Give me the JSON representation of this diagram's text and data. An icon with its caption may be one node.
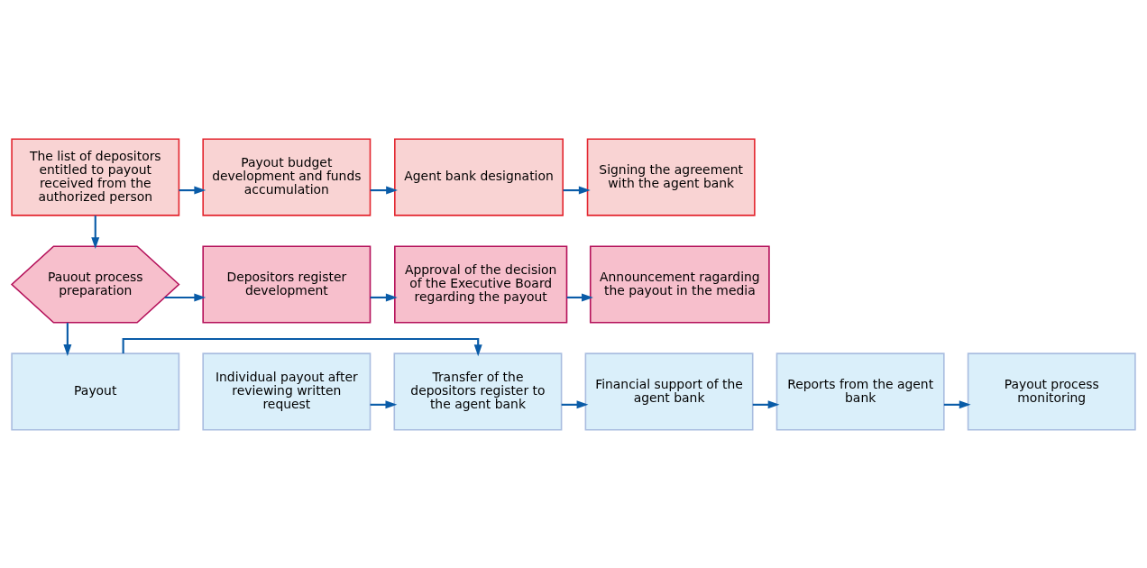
{
  "diagram": {
    "nodes": [
      {
        "text": [
          "The list of depositors entitled to payout received from the authorized person"
        ]
      },
      {
        "text": [
          "Payout budget development and funds accumulation"
        ]
      },
      {
        "text": [
          "Agent bank designation"
        ]
      },
      {
        "text": [
          "Signing the agreement with the agent bank"
        ]
      },
      {
        "text": [
          "Pauout process preparation"
        ]
      },
      {
        "text": [
          "Depositors register development"
        ]
      },
      {
        "text": [
          "Approval of the decision of the Executive Board regarding the payout"
        ]
      },
      {
        "text": [
          "Announcement ragarding the payout in the media"
        ]
      },
      {
        "text": [
          "Payout"
        ]
      },
      {
        "text": [
          "Individual payout after reviewing written request"
        ]
      },
      {
        "text": [
          "Transfer of the depositors register to the agent bank"
        ]
      },
      {
        "text": [
          "Financial support of the agent bank"
        ]
      },
      {
        "text": [
          "Reports from the agent bank"
        ]
      },
      {
        "text": [
          "Payout process monitoring"
        ]
      }
    ],
    "edges": [
      {
        "from": 0,
        "to": 1,
        "arrow": "to"
      },
      {
        "from": 1,
        "to": 2,
        "arrow": "to"
      },
      {
        "from": 2,
        "to": 3,
        "arrow": "to"
      },
      {
        "from": 0,
        "to": 4,
        "arrow": "to"
      },
      {
        "from": 4,
        "to": 5,
        "arrow": "to"
      },
      {
        "from": 5,
        "to": 6,
        "arrow": "to"
      },
      {
        "from": 6,
        "to": 7,
        "arrow": "to"
      },
      {
        "from": 4,
        "to": 8,
        "arrow": "to"
      },
      {
        "from": 8,
        "to": 10,
        "arrow": "to"
      },
      {
        "from": 9,
        "to": 10,
        "arrow": "to"
      },
      {
        "from": 10,
        "to": 11,
        "arrow": "to"
      },
      {
        "from": 11,
        "to": 12,
        "arrow": "to"
      },
      {
        "from": 12,
        "to": 13,
        "arrow": "to"
      }
    ]
  }
}
